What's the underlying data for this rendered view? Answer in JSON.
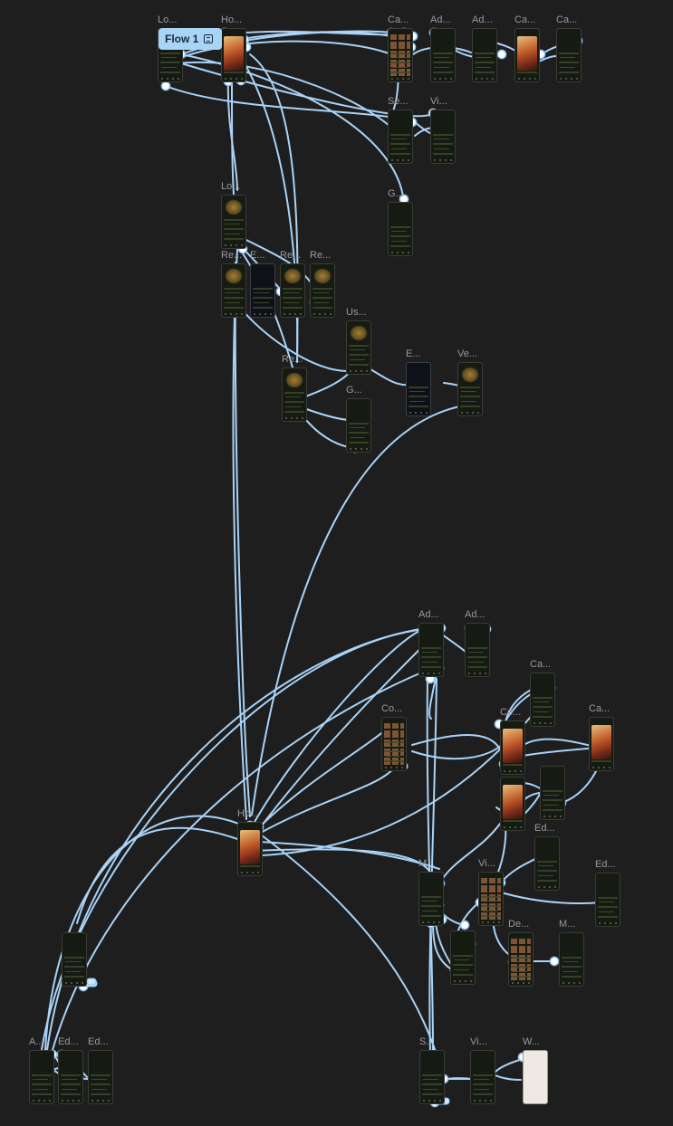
{
  "flow": {
    "label": "Flow 1",
    "icon": "flow-start-icon"
  },
  "colors": {
    "canvas": "#1e1e1e",
    "connector": "#a9d3f7",
    "frame": "#151a12",
    "flow_tag": "#a8d4f6"
  },
  "frames": [
    {
      "id": "f1",
      "label": "Lo...",
      "style": "logo"
    },
    {
      "id": "f2",
      "label": "Ho...",
      "style": "art"
    },
    {
      "id": "f3",
      "label": "Ca...",
      "style": "grid"
    },
    {
      "id": "f4",
      "label": "Ad...",
      "style": "plain"
    },
    {
      "id": "f5",
      "label": "Ad...",
      "style": "plain"
    },
    {
      "id": "f6",
      "label": "Ca...",
      "style": "art"
    },
    {
      "id": "f7",
      "label": "Ca...",
      "style": "plain"
    },
    {
      "id": "f8",
      "label": "Se...",
      "style": "plain"
    },
    {
      "id": "f9",
      "label": "Vi...",
      "style": "plain"
    },
    {
      "id": "f10",
      "label": "Lo...",
      "style": "logo"
    },
    {
      "id": "f11",
      "label": "G...",
      "style": "plain"
    },
    {
      "id": "f12",
      "label": "Re...",
      "style": "logo"
    },
    {
      "id": "f13",
      "label": "E...",
      "style": "dark"
    },
    {
      "id": "f14",
      "label": "Re...",
      "style": "logo"
    },
    {
      "id": "f15",
      "label": "Re...",
      "style": "logo"
    },
    {
      "id": "f16",
      "label": "Us...",
      "style": "logo"
    },
    {
      "id": "f17",
      "label": "Re...",
      "style": "logo"
    },
    {
      "id": "f18",
      "label": "E...",
      "style": "dark"
    },
    {
      "id": "f19",
      "label": "Ve...",
      "style": "logo"
    },
    {
      "id": "f20",
      "label": "G...",
      "style": "plain"
    },
    {
      "id": "f21",
      "label": "Ad...",
      "style": "plain"
    },
    {
      "id": "f22",
      "label": "Ad...",
      "style": "plain"
    },
    {
      "id": "f23",
      "label": "Ca...",
      "style": "plain"
    },
    {
      "id": "f24",
      "label": "Co...",
      "style": "grid"
    },
    {
      "id": "f25",
      "label": "Co...",
      "style": "art"
    },
    {
      "id": "f26",
      "label": "Ca...",
      "style": "art"
    },
    {
      "id": "f27",
      "label": "",
      "style": "plain"
    },
    {
      "id": "f28",
      "label": "",
      "style": "art"
    },
    {
      "id": "f29",
      "label": "Ed...",
      "style": "plain"
    },
    {
      "id": "f30",
      "label": "Ho...",
      "style": "art"
    },
    {
      "id": "f31",
      "label": "Ed...",
      "style": "plain"
    },
    {
      "id": "f32",
      "label": "M...",
      "style": "plain"
    },
    {
      "id": "f33",
      "label": "Vi...",
      "style": "grid"
    },
    {
      "id": "f34",
      "label": "",
      "style": "plain"
    },
    {
      "id": "f35",
      "label": "De...",
      "style": "grid"
    },
    {
      "id": "f36",
      "label": "M...",
      "style": "plain"
    },
    {
      "id": "f37",
      "label": "",
      "style": "plain"
    },
    {
      "id": "f38",
      "label": "A...",
      "style": "plain"
    },
    {
      "id": "f39",
      "label": "Ed...",
      "style": "plain"
    },
    {
      "id": "f40",
      "label": "Ed...",
      "style": "plain"
    },
    {
      "id": "f41",
      "label": "S...",
      "style": "plain"
    },
    {
      "id": "f42",
      "label": "Vi...",
      "style": "plain"
    },
    {
      "id": "f43",
      "label": "W...",
      "style": "light"
    }
  ]
}
